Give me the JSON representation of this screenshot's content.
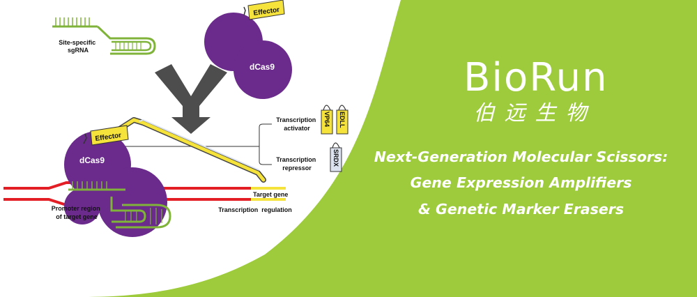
{
  "brand": {
    "name_latin": "BioRun",
    "name_chinese": "伯远生物"
  },
  "headline": {
    "line1": "Next-Generation Molecular Scissors:",
    "line2": "Gene Expression Amplifiers",
    "line3": "& Genetic Marker Erasers"
  },
  "diagram": {
    "sgrna_label_line1": "Site-specific",
    "sgrna_label_line2": "sgRNA",
    "effector_label": "Effector",
    "dcas9_label": "dCas9",
    "activator_label_line1": "Transcription",
    "activator_label_line2": "activator",
    "repressor_label_line1": "Transcription",
    "repressor_label_line2": "repressor",
    "tag_vp64": "VP64",
    "tag_edll": "EDLL",
    "tag_srdx": "SRDX",
    "target_gene_label": "Target gene",
    "promoter_label_line1": "Promoter region",
    "promoter_label_line2": "of target gene",
    "regulation_label": "Transcription  regulation"
  },
  "colors": {
    "background_green": "#9dcb3c",
    "panel_white": "#ffffff",
    "cas9_purple": "#6b2b8c",
    "sgrna_green": "#7fb339",
    "dna_red": "#e31e24",
    "gene_yellow": "#f5e23a",
    "arrow_gray": "#4d4d4d"
  }
}
